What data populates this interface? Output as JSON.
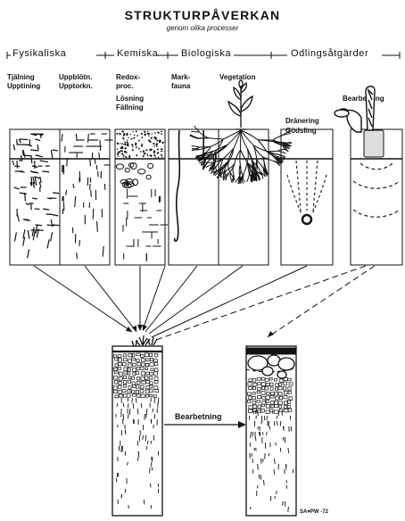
{
  "title": "STRUKTURPÅVERKAN",
  "subtitle": "genom olika processer",
  "categories": [
    "Fysikaliska",
    "Kemiska",
    "Biologiska",
    "Odlingsåtgärder"
  ],
  "process_labels": {
    "tjalning": "Tjälning",
    "upptining": "Upptining",
    "upploten": "Uppblötn.",
    "upptorkn": "Upptorkn.",
    "redox": "Redox-",
    "proc": "proc.",
    "losning": "Lösning",
    "fallning": "Fällning",
    "mark": "Mark-",
    "fauna": "fauna",
    "vegetation": "Vegetation",
    "dranering": "Dränering",
    "godsling": "Gödsling",
    "bearbetning_top": "Bearbetning"
  },
  "arrow_label": "Bearbetning",
  "signature": "SA♥PW -72"
}
